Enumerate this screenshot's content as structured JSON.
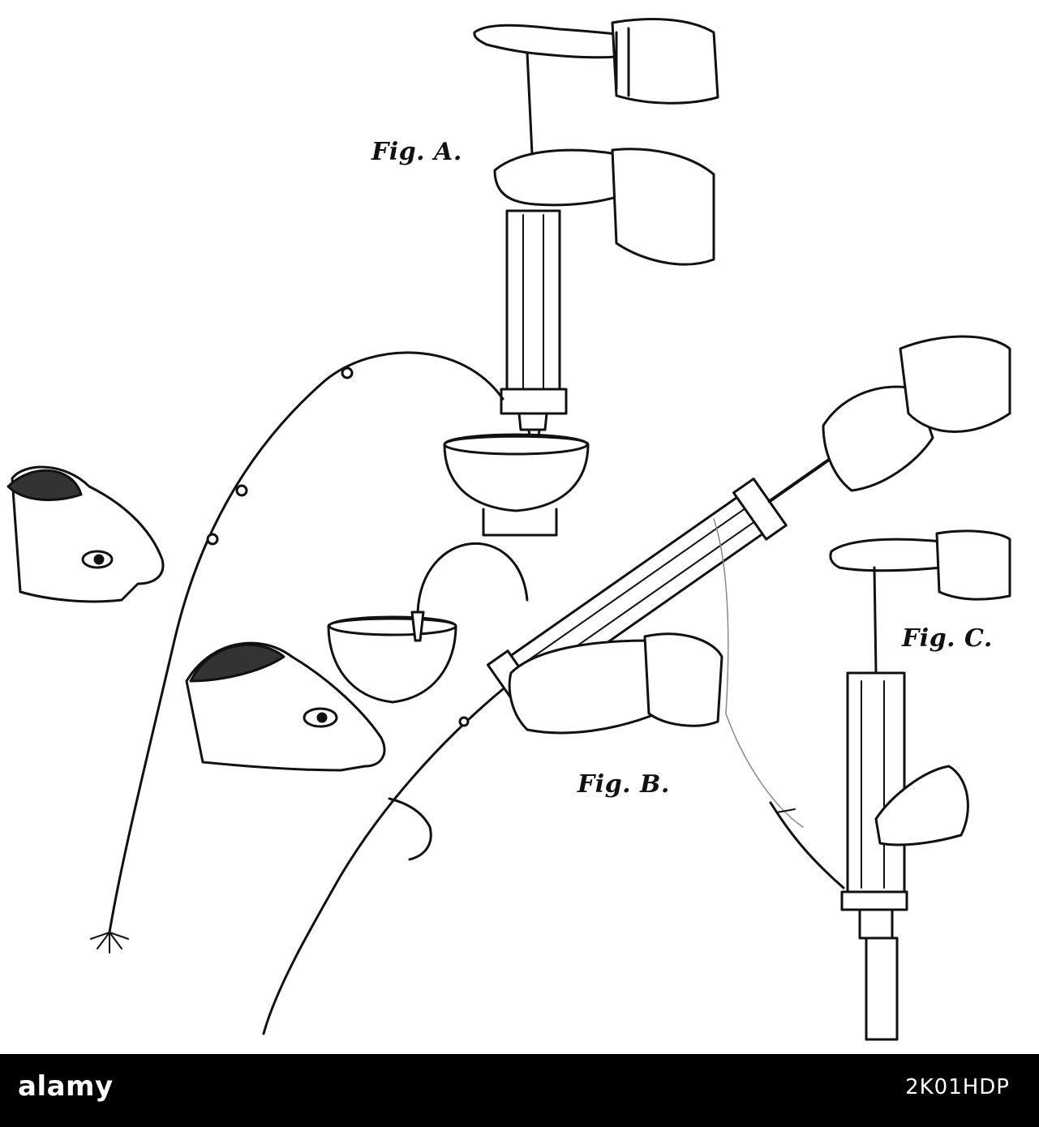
{
  "figure_labels": {
    "fig_a": "Fig. A.",
    "fig_b": "Fig. B.",
    "fig_c": "Fig. C."
  },
  "footer": {
    "wordmark": "alamy",
    "stock_id": "2K01HDP"
  },
  "colors": {
    "ink": "#111111",
    "paper": "#ffffff",
    "footer_bg": "#000000"
  }
}
